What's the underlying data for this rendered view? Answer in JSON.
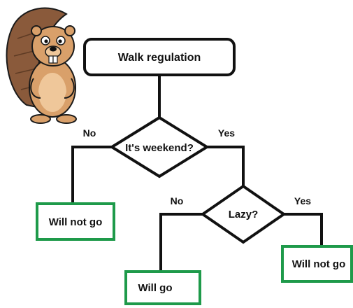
{
  "diagram": {
    "start": {
      "label": "Walk regulation"
    },
    "decision_weekend": {
      "label": "It's weekend?"
    },
    "decision_lazy": {
      "label": "Lazy?"
    },
    "outcome_weekend_no": {
      "label": "Will not go"
    },
    "outcome_lazy_no": {
      "label": "Will go"
    },
    "outcome_lazy_yes": {
      "label": "Will not go"
    },
    "edges": {
      "weekend_no": "No",
      "weekend_yes": "Yes",
      "lazy_no": "No",
      "lazy_yes": "Yes"
    },
    "colors": {
      "line": "#111111",
      "outcome_border": "#1e9a4a",
      "beaver_fur": "#d9a06a",
      "beaver_tail": "#8a5a3b"
    }
  },
  "mascot": {
    "icon": "beaver-icon"
  }
}
